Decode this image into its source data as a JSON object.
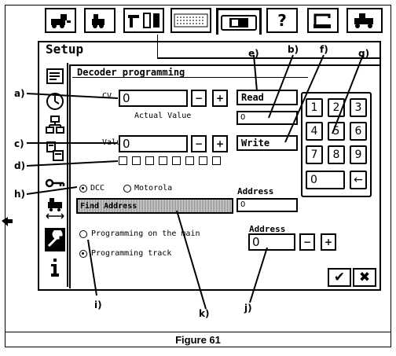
{
  "toolbar": {
    "tabs": [
      {
        "icon": "locomotive-icon"
      },
      {
        "icon": "locomotive-control-icon"
      },
      {
        "icon": "signal-icon"
      },
      {
        "icon": "track-diagram-icon"
      },
      {
        "icon": "decoder-icon"
      },
      {
        "label": "?"
      },
      {
        "icon": "crane-icon"
      },
      {
        "icon": "shunting-icon"
      }
    ]
  },
  "setup": {
    "title": "Setup"
  },
  "decoder": {
    "title": "Decoder programming",
    "cv_label": "CV",
    "cv_value": "0",
    "actual_value_label": "Actual Value",
    "actual_value": "0",
    "value_label": "Value",
    "value_value": "0",
    "minus": "−",
    "plus": "+",
    "read_label": "Read",
    "write_label": "Write",
    "dcc_label": "DCC",
    "motorola_label": "Motorola",
    "address_label": "Address",
    "address_value": "0",
    "find_address_label": "Find Address",
    "prog_main_label": "Programming on the main",
    "prog_track_label": "Programming track",
    "address2_label": "Address",
    "address2_value": "0",
    "ok": "✔",
    "cancel": "✖"
  },
  "keypad": {
    "keys": [
      "1",
      "2",
      "3",
      "4",
      "5",
      "6",
      "7",
      "8",
      "9",
      "0",
      "←"
    ]
  },
  "callouts": {
    "a": "a)",
    "b": "b)",
    "c": "c)",
    "d": "d)",
    "e": "e)",
    "f": "f)",
    "g": "g)",
    "h": "h)",
    "i": "i)",
    "j": "j)",
    "k": "k)"
  },
  "caption": "Figure 61"
}
